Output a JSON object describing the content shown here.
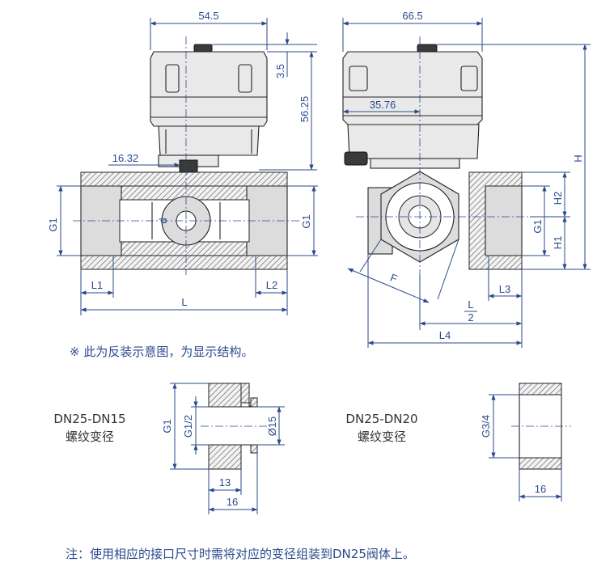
{
  "front_view": {
    "dims": {
      "width_top": "54.5",
      "gap": "3.5",
      "actuator_height": "56.25",
      "stem_offset": "16.32",
      "port_left": "G1",
      "port_right": "G1",
      "ball": "d",
      "l1": "L1",
      "l2": "L2",
      "length": "L"
    }
  },
  "side_view": {
    "dims": {
      "width_top": "66.5",
      "offset": "35.76",
      "height": "H",
      "h2": "H2",
      "h1": "H1",
      "port": "G1",
      "flat": "F",
      "l3": "L3",
      "half_num": "L",
      "half_den": "2",
      "l4": "L4"
    }
  },
  "remark": "※ 此为反装示意图，为显示结构。",
  "adapter_15": {
    "title_line1": "DN25-DN15",
    "title_line2": "螺纹变径",
    "dims": {
      "outer": "G1",
      "inner": "G1/2",
      "bore": "Ø15",
      "len_inner": "13",
      "len_total": "16"
    }
  },
  "adapter_20": {
    "title_line1": "DN25-DN20",
    "title_line2": "螺纹变径",
    "dims": {
      "thread": "G3/4",
      "len": "16"
    }
  },
  "footer_note": "注：使用相应的接口尺寸时需将对应的变径组装到DN25阀体上。",
  "colors": {
    "dimension": "#2b4a8c",
    "outline": "#222222",
    "metal": "#dcdcdc"
  }
}
